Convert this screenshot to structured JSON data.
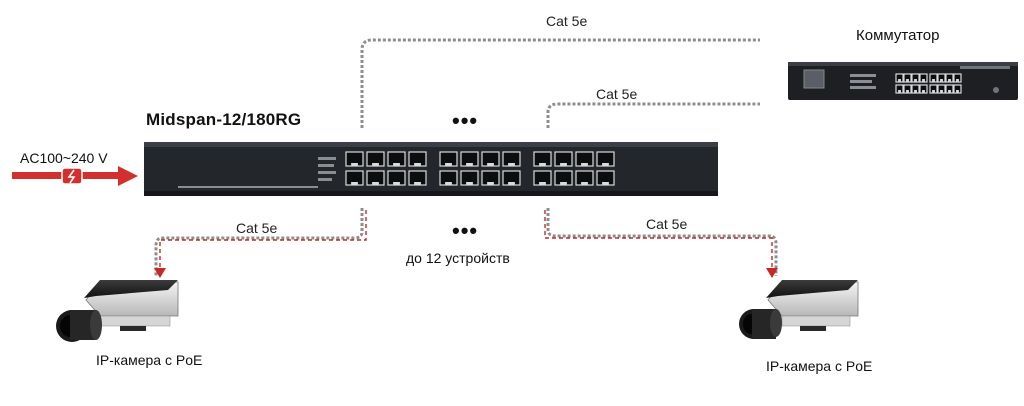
{
  "device_name": "Midspan-12/180RG",
  "switch_label": "Коммутатор",
  "power_label": "AC100~240 V",
  "cable_top_1": "Cat 5e",
  "cable_top_2": "Cat 5e",
  "cable_bottom_left": "Cat 5e",
  "cable_bottom_right": "Cat 5e",
  "ellipsis_top": "•••",
  "ellipsis_bottom": "•••",
  "devices_note": "до 12 устройств",
  "camera_left_label": "IP-камера с PoE",
  "camera_right_label": "IP-камера с PoE",
  "colors": {
    "device_body": "#23262b",
    "cable": "#9a9a9a",
    "poe_line": "#c62828",
    "power_arrow": "#d32f2f"
  }
}
